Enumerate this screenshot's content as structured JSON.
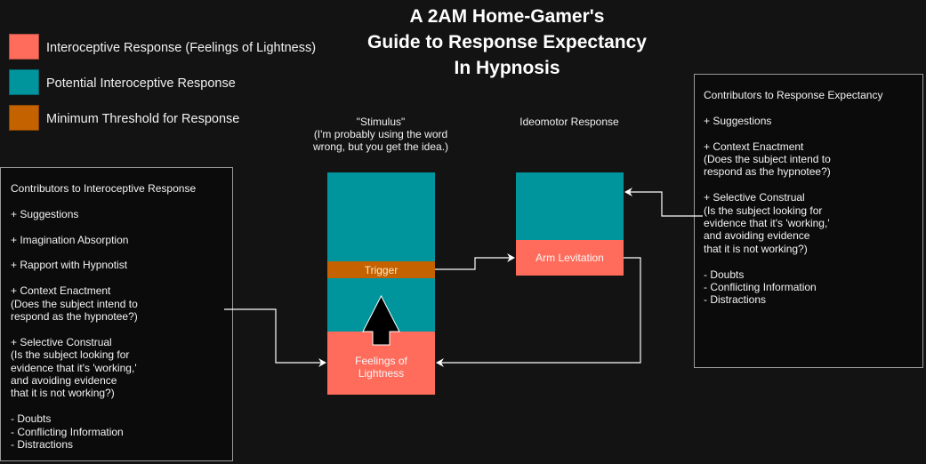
{
  "title": {
    "line1": "A 2AM Home-Gamer's",
    "line2": "Guide to Response Expectancy",
    "line3": "In Hypnosis"
  },
  "colors": {
    "interoceptive_response": "#ff6c5c",
    "potential_interoceptive_response": "#00959d",
    "minimum_threshold": "#c56200",
    "background": "#131313"
  },
  "legend": [
    {
      "label": "Interoceptive Response (Feelings of Lightness)",
      "color": "#ff6c5c"
    },
    {
      "label": "Potential Interoceptive Response",
      "color": "#00959d"
    },
    {
      "label": "Minimum Threshold for Response",
      "color": "#c56200"
    }
  ],
  "stimulus": {
    "heading1": "\"Stimulus\"",
    "heading2": "(I'm probably using the word",
    "heading3": "wrong, but you get the idea.)",
    "trigger_label": "Trigger",
    "feelings_label1": "Feelings of",
    "feelings_label2": "Lightness",
    "arrow_icon": "up-arrow"
  },
  "ideomotor": {
    "heading": "Ideomotor Response",
    "response_label": "Arm Levitation"
  },
  "left_box": {
    "title": "Contributors to Interoceptive Response",
    "items": [
      "+ Suggestions",
      "+ Imagination Absorption",
      "+ Rapport with Hypnotist"
    ],
    "context_enactment": [
      "+ Context Enactment",
      "(Does the subject intend to",
      "respond as the hypnotee?)"
    ],
    "selective_construal": [
      "+ Selective Construal",
      "(Is the subject looking for",
      "evidence that it's 'working,'",
      "and avoiding evidence",
      "that it is not working?)"
    ],
    "negatives": [
      "- Doubts",
      "- Conflicting Information",
      "- Distractions"
    ]
  },
  "right_box": {
    "title": "Contributors to Response Expectancy",
    "items": [
      "+ Suggestions"
    ],
    "context_enactment": [
      "+ Context Enactment",
      "(Does the subject intend to",
      "respond as the hypnotee?)"
    ],
    "selective_construal": [
      "+ Selective Construal",
      "(Is the subject looking for",
      "evidence that it's 'working,'",
      "and avoiding evidence",
      "that it is not working?)"
    ],
    "negatives": [
      "- Doubts",
      "- Conflicting Information",
      "- Distractions"
    ]
  }
}
